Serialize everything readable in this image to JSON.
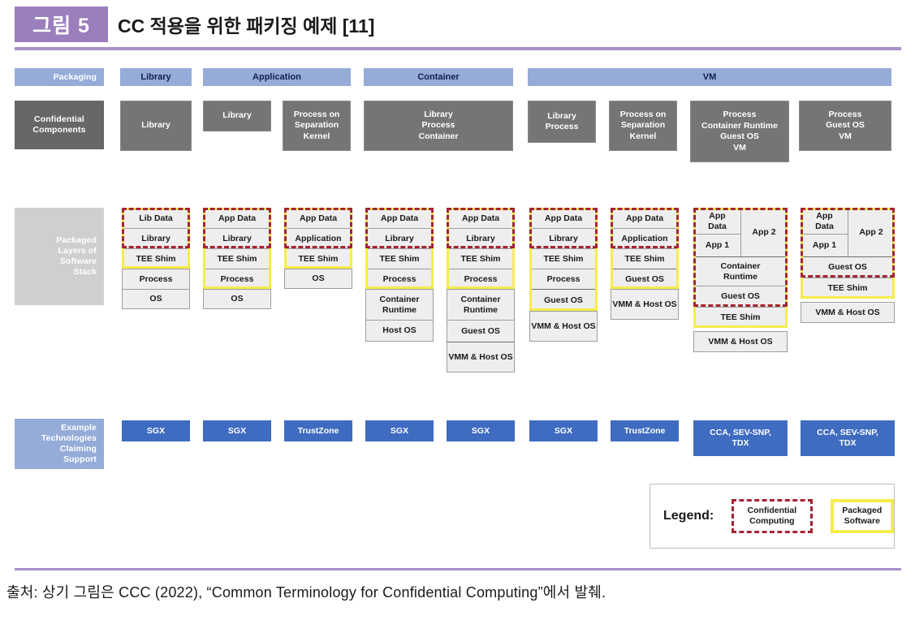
{
  "header": {
    "badge": "그림 5",
    "title": "CC 적용을 위한 패키징 예제 [11]"
  },
  "footer": {
    "source": "출처: 상기 그림은 CCC (2022), “Common Terminology for Confidential Computing”에서 발췌."
  },
  "row_labels": {
    "packaging": "Packaging",
    "confidential_components": "Confidential\nComponents",
    "packaged_layers": "Packaged\nLayers of\nSoftware\nStack",
    "example_technologies": "Example\nTechnologies\nClaiming\nSupport"
  },
  "packaging_row": [
    {
      "label": "Library"
    },
    {
      "label": "Application"
    },
    {
      "label": "Container"
    },
    {
      "label": "VM"
    }
  ],
  "confidential_components_row": [
    {
      "label": "Library"
    },
    {
      "label": "Library"
    },
    {
      "label": "Process on\nSeparation\nKernel"
    },
    {
      "label": "Library\nProcess\nContainer"
    },
    {
      "label": "Library\nProcess"
    },
    {
      "label": "Process on\nSeparation\nKernel"
    },
    {
      "label": "Process\nContainer Runtime\nGuest OS\nVM"
    },
    {
      "label": "Process\nGuest OS\nVM"
    }
  ],
  "stacks": [
    {
      "id": "stack-1",
      "layers": [
        "Lib Data",
        "Library",
        "TEE Shim",
        "Process",
        "OS"
      ]
    },
    {
      "id": "stack-2",
      "layers": [
        "App Data",
        "Library",
        "TEE Shim",
        "Process",
        "OS"
      ]
    },
    {
      "id": "stack-3",
      "layers": [
        "App Data",
        "Application",
        "TEE Shim",
        "OS"
      ]
    },
    {
      "id": "stack-4",
      "layers": [
        "App Data",
        "Library",
        "TEE Shim",
        "Process",
        "Container Runtime",
        "Host OS"
      ]
    },
    {
      "id": "stack-5",
      "layers": [
        "App Data",
        "Library",
        "TEE Shim",
        "Process",
        "Container Runtime",
        "Guest OS",
        "VMM & Host OS"
      ]
    },
    {
      "id": "stack-6",
      "layers": [
        "App Data",
        "Library",
        "TEE Shim",
        "Process",
        "Guest OS",
        "VMM & Host OS"
      ]
    },
    {
      "id": "stack-7",
      "layers": [
        "App Data",
        "Application",
        "TEE Shim",
        "Guest OS",
        "VMM & Host OS"
      ]
    },
    {
      "id": "stack-8",
      "split": {
        "app_data": "App\nData",
        "app1": "App 1",
        "app2": "App 2"
      },
      "layers": [
        "Container\nRuntime",
        "Guest OS",
        "TEE Shim",
        "VMM & Host OS"
      ]
    },
    {
      "id": "stack-9",
      "split": {
        "app_data": "App\nData",
        "app1": "App 1",
        "app2": "App 2"
      },
      "layers": [
        "Guest OS",
        "TEE Shim",
        "VMM & Host OS"
      ]
    }
  ],
  "technologies_row": [
    {
      "label": "SGX"
    },
    {
      "label": "SGX"
    },
    {
      "label": "TrustZone"
    },
    {
      "label": "SGX"
    },
    {
      "label": "SGX"
    },
    {
      "label": "SGX"
    },
    {
      "label": "TrustZone"
    },
    {
      "label": "CCA, SEV-SNP,\nTDX"
    },
    {
      "label": "CCA, SEV-SNP,\nTDX"
    }
  ],
  "legend": {
    "title": "Legend:",
    "confidential_computing": "Confidential\nComputing",
    "packaged_software": "Packaged\nSoftware"
  },
  "colors": {
    "badge_purple": "#9b7fbd",
    "rule_purple": "#a98fc9",
    "header_blue": "#95abd8",
    "component_gray": "#757575",
    "label_gray": "#cfcfcf",
    "tech_blue": "#3f6cc0",
    "confidential_red": "#a32530",
    "packaged_yellow": "#f5ec4e",
    "layer_fill": "#eeeeee"
  }
}
